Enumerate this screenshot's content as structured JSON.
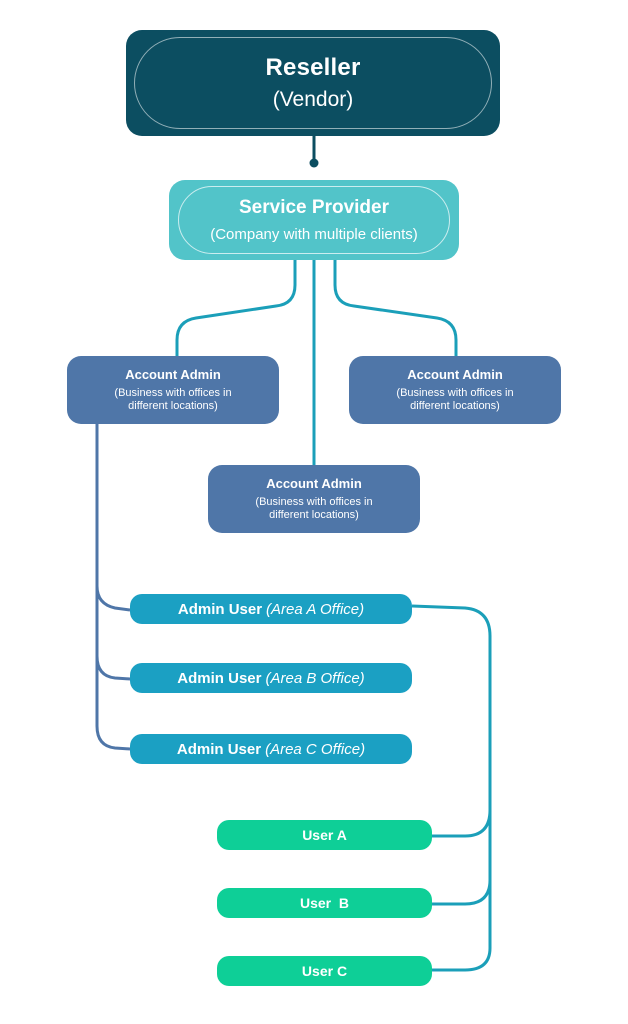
{
  "reseller": {
    "title": "Reseller",
    "subtitle": "(Vendor)"
  },
  "service_provider": {
    "title": "Service Provider",
    "subtitle": "(Company with multiple clients)"
  },
  "account_admins": [
    {
      "title": "Account Admin",
      "sub_line1": "(Business with offices in",
      "sub_line2": "different locations)"
    },
    {
      "title": "Account Admin",
      "sub_line1": "(Business with offices in",
      "sub_line2": "different locations)"
    },
    {
      "title": "Account Admin",
      "sub_line1": "(Business with offices in",
      "sub_line2": "different locations)"
    }
  ],
  "admin_users": [
    {
      "label": "Admin User",
      "area": "(Area A Office)"
    },
    {
      "label": "Admin User",
      "area": "(Area B Office)"
    },
    {
      "label": "Admin User",
      "area": "(Area C Office)"
    }
  ],
  "users": [
    {
      "label": "User A"
    },
    {
      "label": "User  B"
    },
    {
      "label": "User C"
    }
  ],
  "colors": {
    "reseller": "#0c4e61",
    "service_provider": "#52c4c9",
    "account_admin": "#4f76a8",
    "admin_user": "#1ba0c3",
    "user": "#0ecf97",
    "connector_teal": "#1b9fb9",
    "connector_blue": "#4f76a8"
  }
}
